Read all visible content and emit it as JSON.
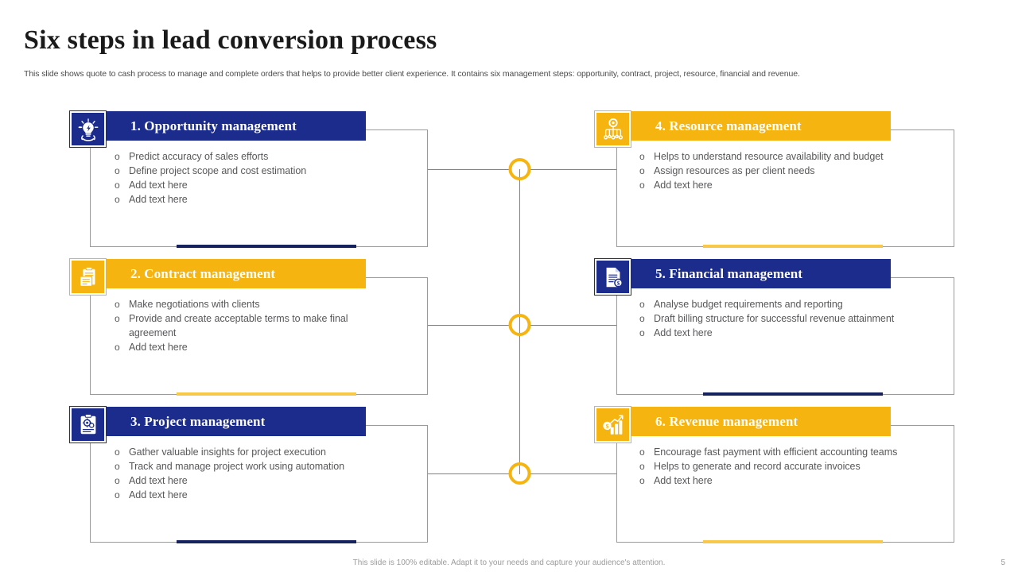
{
  "slide": {
    "title": "Six steps in lead conversion  process",
    "subtitle": "This slide shows quote to cash process to manage and complete orders that helps to provide better client experience. It contains six management steps: opportunity, contract,  project, resource, financial and revenue.",
    "footer_note": "This slide is 100% editable.  Adapt it to your needs and capture your audience's attention.",
    "page_number": "5"
  },
  "colors": {
    "navy": "#1b2c8c",
    "navy_dark": "#16225e",
    "gold": "#f5b40f",
    "gold_light": "#f7c84a",
    "text_gray": "#58585a",
    "line_gray": "#9a9a9a"
  },
  "bullet_symbol": "o",
  "steps": [
    {
      "id": "opportunity-management",
      "title": "1. Opportunity management",
      "theme": "blue",
      "icon": "idea-lightbulb-icon",
      "bullets": [
        "Predict accuracy of sales efforts",
        "Define project scope and cost estimation",
        "Add text here",
        "Add text here"
      ]
    },
    {
      "id": "contract-management",
      "title": "2. Contract management",
      "theme": "gold",
      "icon": "contract-clipboard-icon",
      "bullets": [
        "Make negotiations with clients",
        "Provide and create acceptable terms to make final agreement",
        "Add text here"
      ]
    },
    {
      "id": "project-management",
      "title": "3. Project management",
      "theme": "blue",
      "icon": "project-clipboard-gear-icon",
      "bullets": [
        "Gather valuable insights for project execution",
        "Track and manage project work using automation",
        "Add text here",
        "Add text here"
      ]
    },
    {
      "id": "resource-management",
      "title": "4. Resource management",
      "theme": "gold",
      "icon": "resource-network-icon",
      "bullets": [
        "Helps to understand resource availability and budget",
        "Assign resources as per client needs",
        "Add text here"
      ]
    },
    {
      "id": "financial-management",
      "title": "5. Financial management",
      "theme": "blue",
      "icon": "financial-document-icon",
      "bullets": [
        "Analyse budget requirements and reporting",
        "Draft billing structure for successful revenue attainment",
        "Add text here"
      ]
    },
    {
      "id": "revenue-management",
      "title": "6. Revenue management",
      "theme": "gold",
      "icon": "revenue-bar-chart-icon",
      "bullets": [
        "Encourage fast payment with efficient accounting teams",
        "Helps to generate and record accurate invoices",
        "Add text here"
      ]
    }
  ],
  "connectors": {
    "node_label": "junction-node",
    "count": 3
  }
}
